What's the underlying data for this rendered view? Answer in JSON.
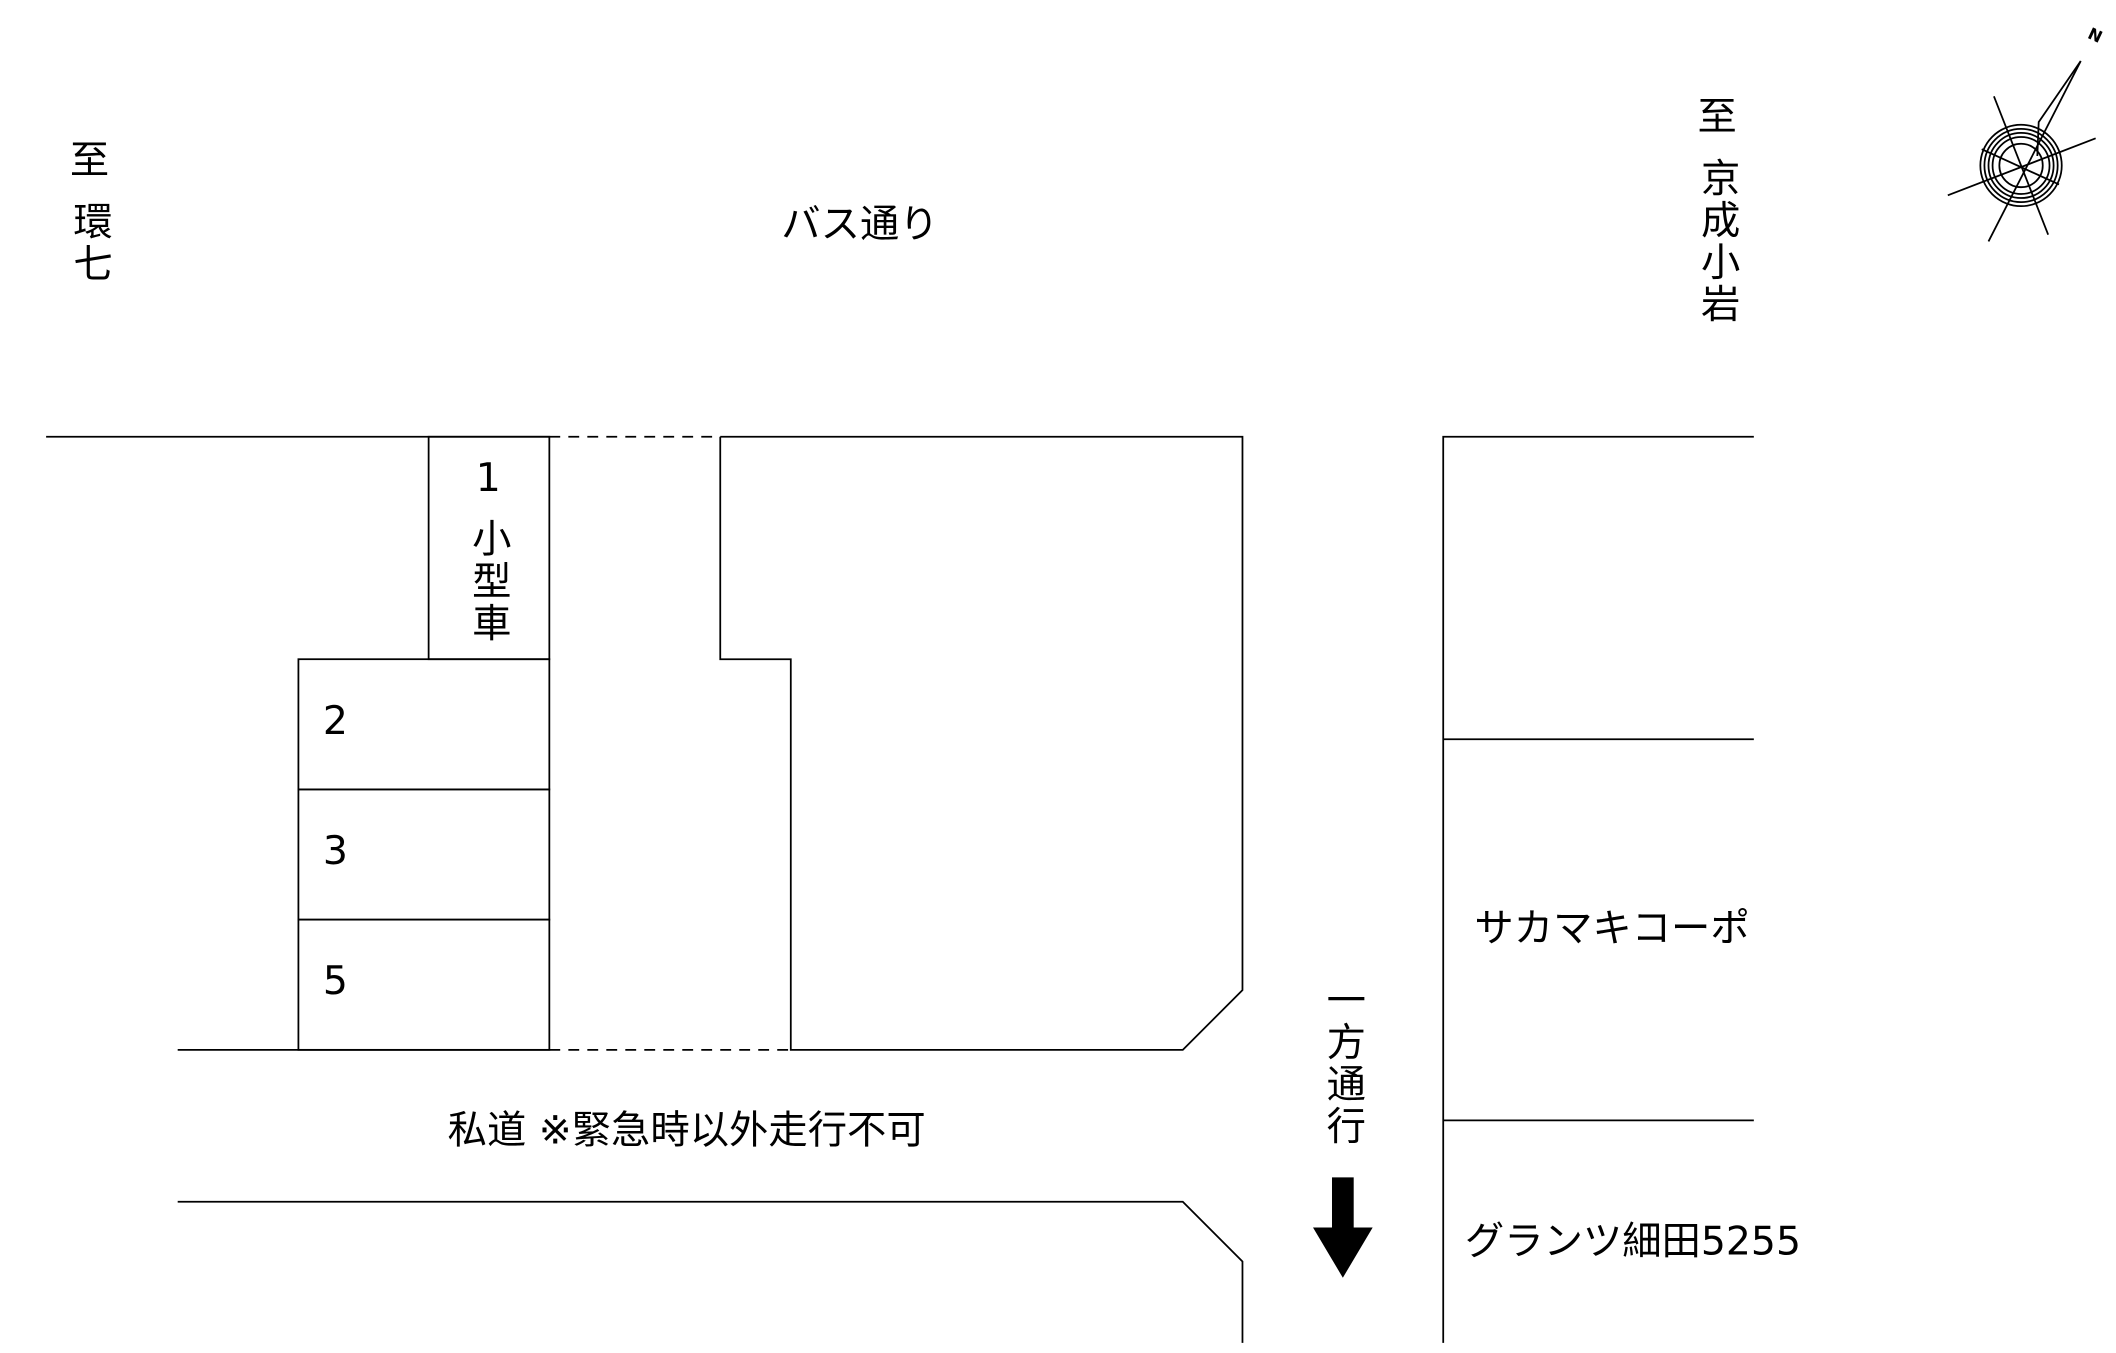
{
  "labels": {
    "to_left": "至",
    "left_destination": "環七",
    "bus_street": "バス通り",
    "to_right": "至",
    "right_destination": "京成小岩",
    "space1_number": "1",
    "space1_note": "小型車",
    "space2": "2",
    "space3": "3",
    "space5": "5",
    "private_road": "私道 ※緊急時以外走行不可",
    "one_way": "一方通行",
    "building_sakamaki": "サカマキコーポ",
    "building_grants": "グランツ細田5255",
    "north": "N"
  },
  "icons": {
    "compass": "compass-rose-icon",
    "one_way_arrow": "arrow-down-icon"
  },
  "colors": {
    "line": "#000000",
    "background": "#ffffff"
  }
}
